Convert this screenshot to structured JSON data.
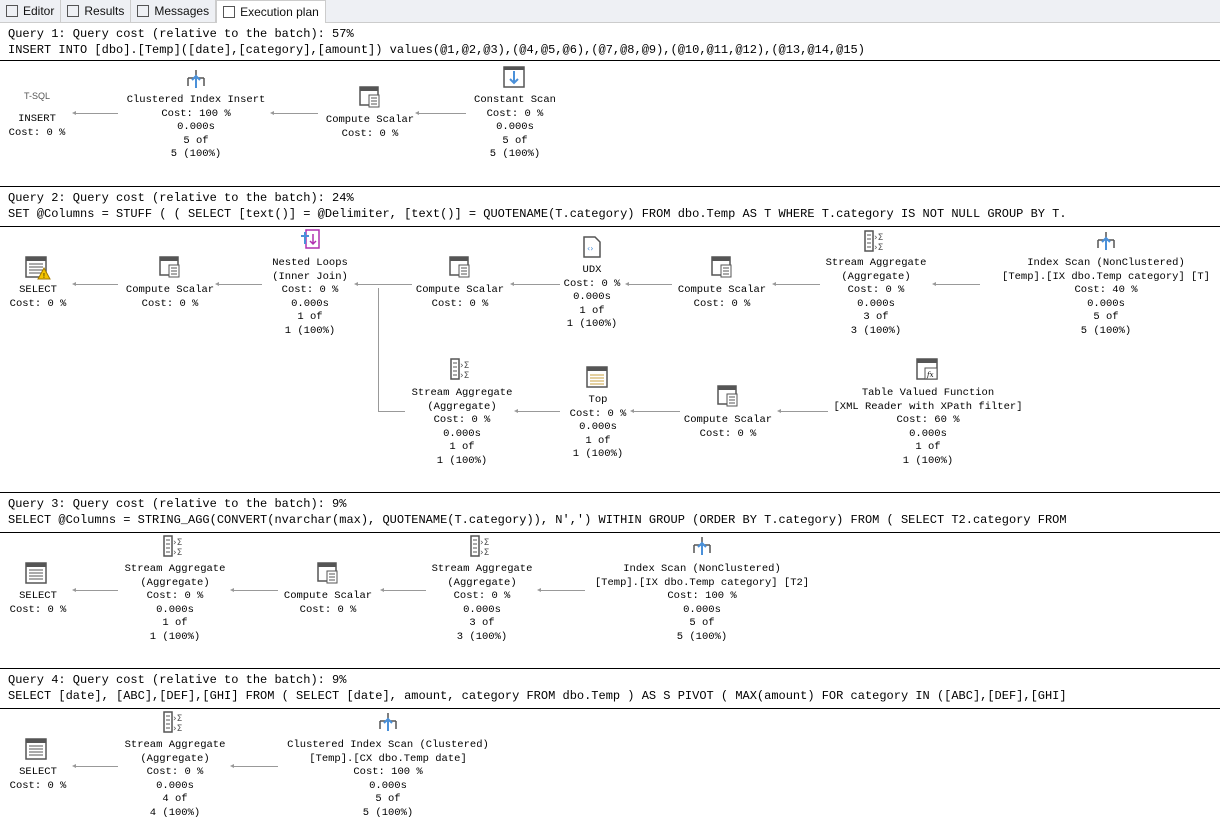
{
  "tabs": [
    {
      "label": "Editor",
      "icon": "editor-icon"
    },
    {
      "label": "Results",
      "icon": "grid-icon"
    },
    {
      "label": "Messages",
      "icon": "messages-icon"
    },
    {
      "label": "Execution plan",
      "icon": "plan-icon",
      "active": true
    }
  ],
  "queries": [
    {
      "title": "Query 1: Query cost (relative to the batch): 57%",
      "sql": "INSERT INTO [dbo].[Temp]([date],[category],[amount]) values(@1,@2,@3),(@4,@5,@6),(@7,@8,@9),(@10,@11,@12),(@13,@14,@15)",
      "nodes": [
        {
          "icon": "tsql",
          "icon_label": "T-SQL",
          "lines": [
            "INSERT",
            "Cost: 0 %"
          ]
        },
        {
          "icon": "clustered-insert",
          "lines": [
            "Clustered Index Insert",
            "Cost: 100 %",
            "0.000s",
            "5 of",
            "5 (100%)"
          ]
        },
        {
          "icon": "compute-scalar",
          "lines": [
            "Compute Scalar",
            "Cost: 0 %"
          ]
        },
        {
          "icon": "constant-scan",
          "lines": [
            "Constant Scan",
            "Cost: 0 %",
            "0.000s",
            "5 of",
            "5 (100%)"
          ]
        }
      ]
    },
    {
      "title": "Query 2: Query cost (relative to the batch): 24%",
      "sql": "SET @Columns = STUFF ( ( SELECT [text()] = @Delimiter, [text()] = QUOTENAME(T.category) FROM dbo.Temp AS T WHERE T.category IS NOT NULL GROUP BY T.",
      "nodes": [
        {
          "icon": "select-warning",
          "lines": [
            "SELECT",
            "Cost: 0 %"
          ]
        },
        {
          "icon": "compute-scalar",
          "lines": [
            "Compute Scalar",
            "Cost: 0 %"
          ]
        },
        {
          "icon": "nested-loops",
          "lines": [
            "Nested Loops",
            "(Inner Join)",
            "Cost: 0 %",
            "0.000s",
            "1 of",
            "1 (100%)"
          ]
        },
        {
          "icon": "compute-scalar",
          "lines": [
            "Compute Scalar",
            "Cost: 0 %"
          ]
        },
        {
          "icon": "udx",
          "lines": [
            "UDX",
            "Cost: 0 %",
            "0.000s",
            "1 of",
            "1 (100%)"
          ]
        },
        {
          "icon": "compute-scalar",
          "lines": [
            "Compute Scalar",
            "Cost: 0 %"
          ]
        },
        {
          "icon": "stream-aggregate",
          "lines": [
            "Stream Aggregate",
            "(Aggregate)",
            "Cost: 0 %",
            "0.000s",
            "3 of",
            "3 (100%)"
          ]
        },
        {
          "icon": "index-scan",
          "lines": [
            "Index Scan (NonClustered)",
            "[Temp].[IX dbo.Temp category] [T]",
            "Cost: 40 %",
            "0.000s",
            "5 of",
            "5 (100%)"
          ]
        },
        {
          "icon": "stream-aggregate",
          "lines": [
            "Stream Aggregate",
            "(Aggregate)",
            "Cost: 0 %",
            "0.000s",
            "1 of",
            "1 (100%)"
          ]
        },
        {
          "icon": "top",
          "lines": [
            "Top",
            "Cost: 0 %",
            "0.000s",
            "1 of",
            "1 (100%)"
          ]
        },
        {
          "icon": "compute-scalar",
          "lines": [
            "Compute Scalar",
            "Cost: 0 %"
          ]
        },
        {
          "icon": "table-valued-function",
          "lines": [
            "Table Valued Function",
            "[XML Reader with XPath filter]",
            "Cost: 60 %",
            "0.000s",
            "1 of",
            "1 (100%)"
          ]
        }
      ]
    },
    {
      "title": "Query 3: Query cost (relative to the batch): 9%",
      "sql": "SELECT @Columns = STRING_AGG(CONVERT(nvarchar(max), QUOTENAME(T.category)), N',') WITHIN GROUP (ORDER BY T.category) FROM ( SELECT T2.category FROM",
      "nodes": [
        {
          "icon": "select",
          "lines": [
            "SELECT",
            "Cost: 0 %"
          ]
        },
        {
          "icon": "stream-aggregate",
          "lines": [
            "Stream Aggregate",
            "(Aggregate)",
            "Cost: 0 %",
            "0.000s",
            "1 of",
            "1 (100%)"
          ]
        },
        {
          "icon": "compute-scalar",
          "lines": [
            "Compute Scalar",
            "Cost: 0 %"
          ]
        },
        {
          "icon": "stream-aggregate",
          "lines": [
            "Stream Aggregate",
            "(Aggregate)",
            "Cost: 0 %",
            "0.000s",
            "3 of",
            "3 (100%)"
          ]
        },
        {
          "icon": "index-scan",
          "lines": [
            "Index Scan (NonClustered)",
            "[Temp].[IX dbo.Temp category] [T2]",
            "Cost: 100 %",
            "0.000s",
            "5 of",
            "5 (100%)"
          ]
        }
      ]
    },
    {
      "title": "Query 4: Query cost (relative to the batch): 9%",
      "sql": "SELECT [date], [ABC],[DEF],[GHI] FROM ( SELECT [date], amount, category FROM dbo.Temp ) AS S PIVOT ( MAX(amount) FOR category IN ([ABC],[DEF],[GHI]",
      "nodes": [
        {
          "icon": "select",
          "lines": [
            "SELECT",
            "Cost: 0 %"
          ]
        },
        {
          "icon": "stream-aggregate",
          "lines": [
            "Stream Aggregate",
            "(Aggregate)",
            "Cost: 0 %",
            "0.000s",
            "4 of",
            "4 (100%)"
          ]
        },
        {
          "icon": "clustered-index-scan",
          "lines": [
            "Clustered Index Scan (Clustered)",
            "[Temp].[CX dbo.Temp date]",
            "Cost: 100 %",
            "0.000s",
            "5 of",
            "5 (100%)"
          ]
        }
      ]
    }
  ]
}
